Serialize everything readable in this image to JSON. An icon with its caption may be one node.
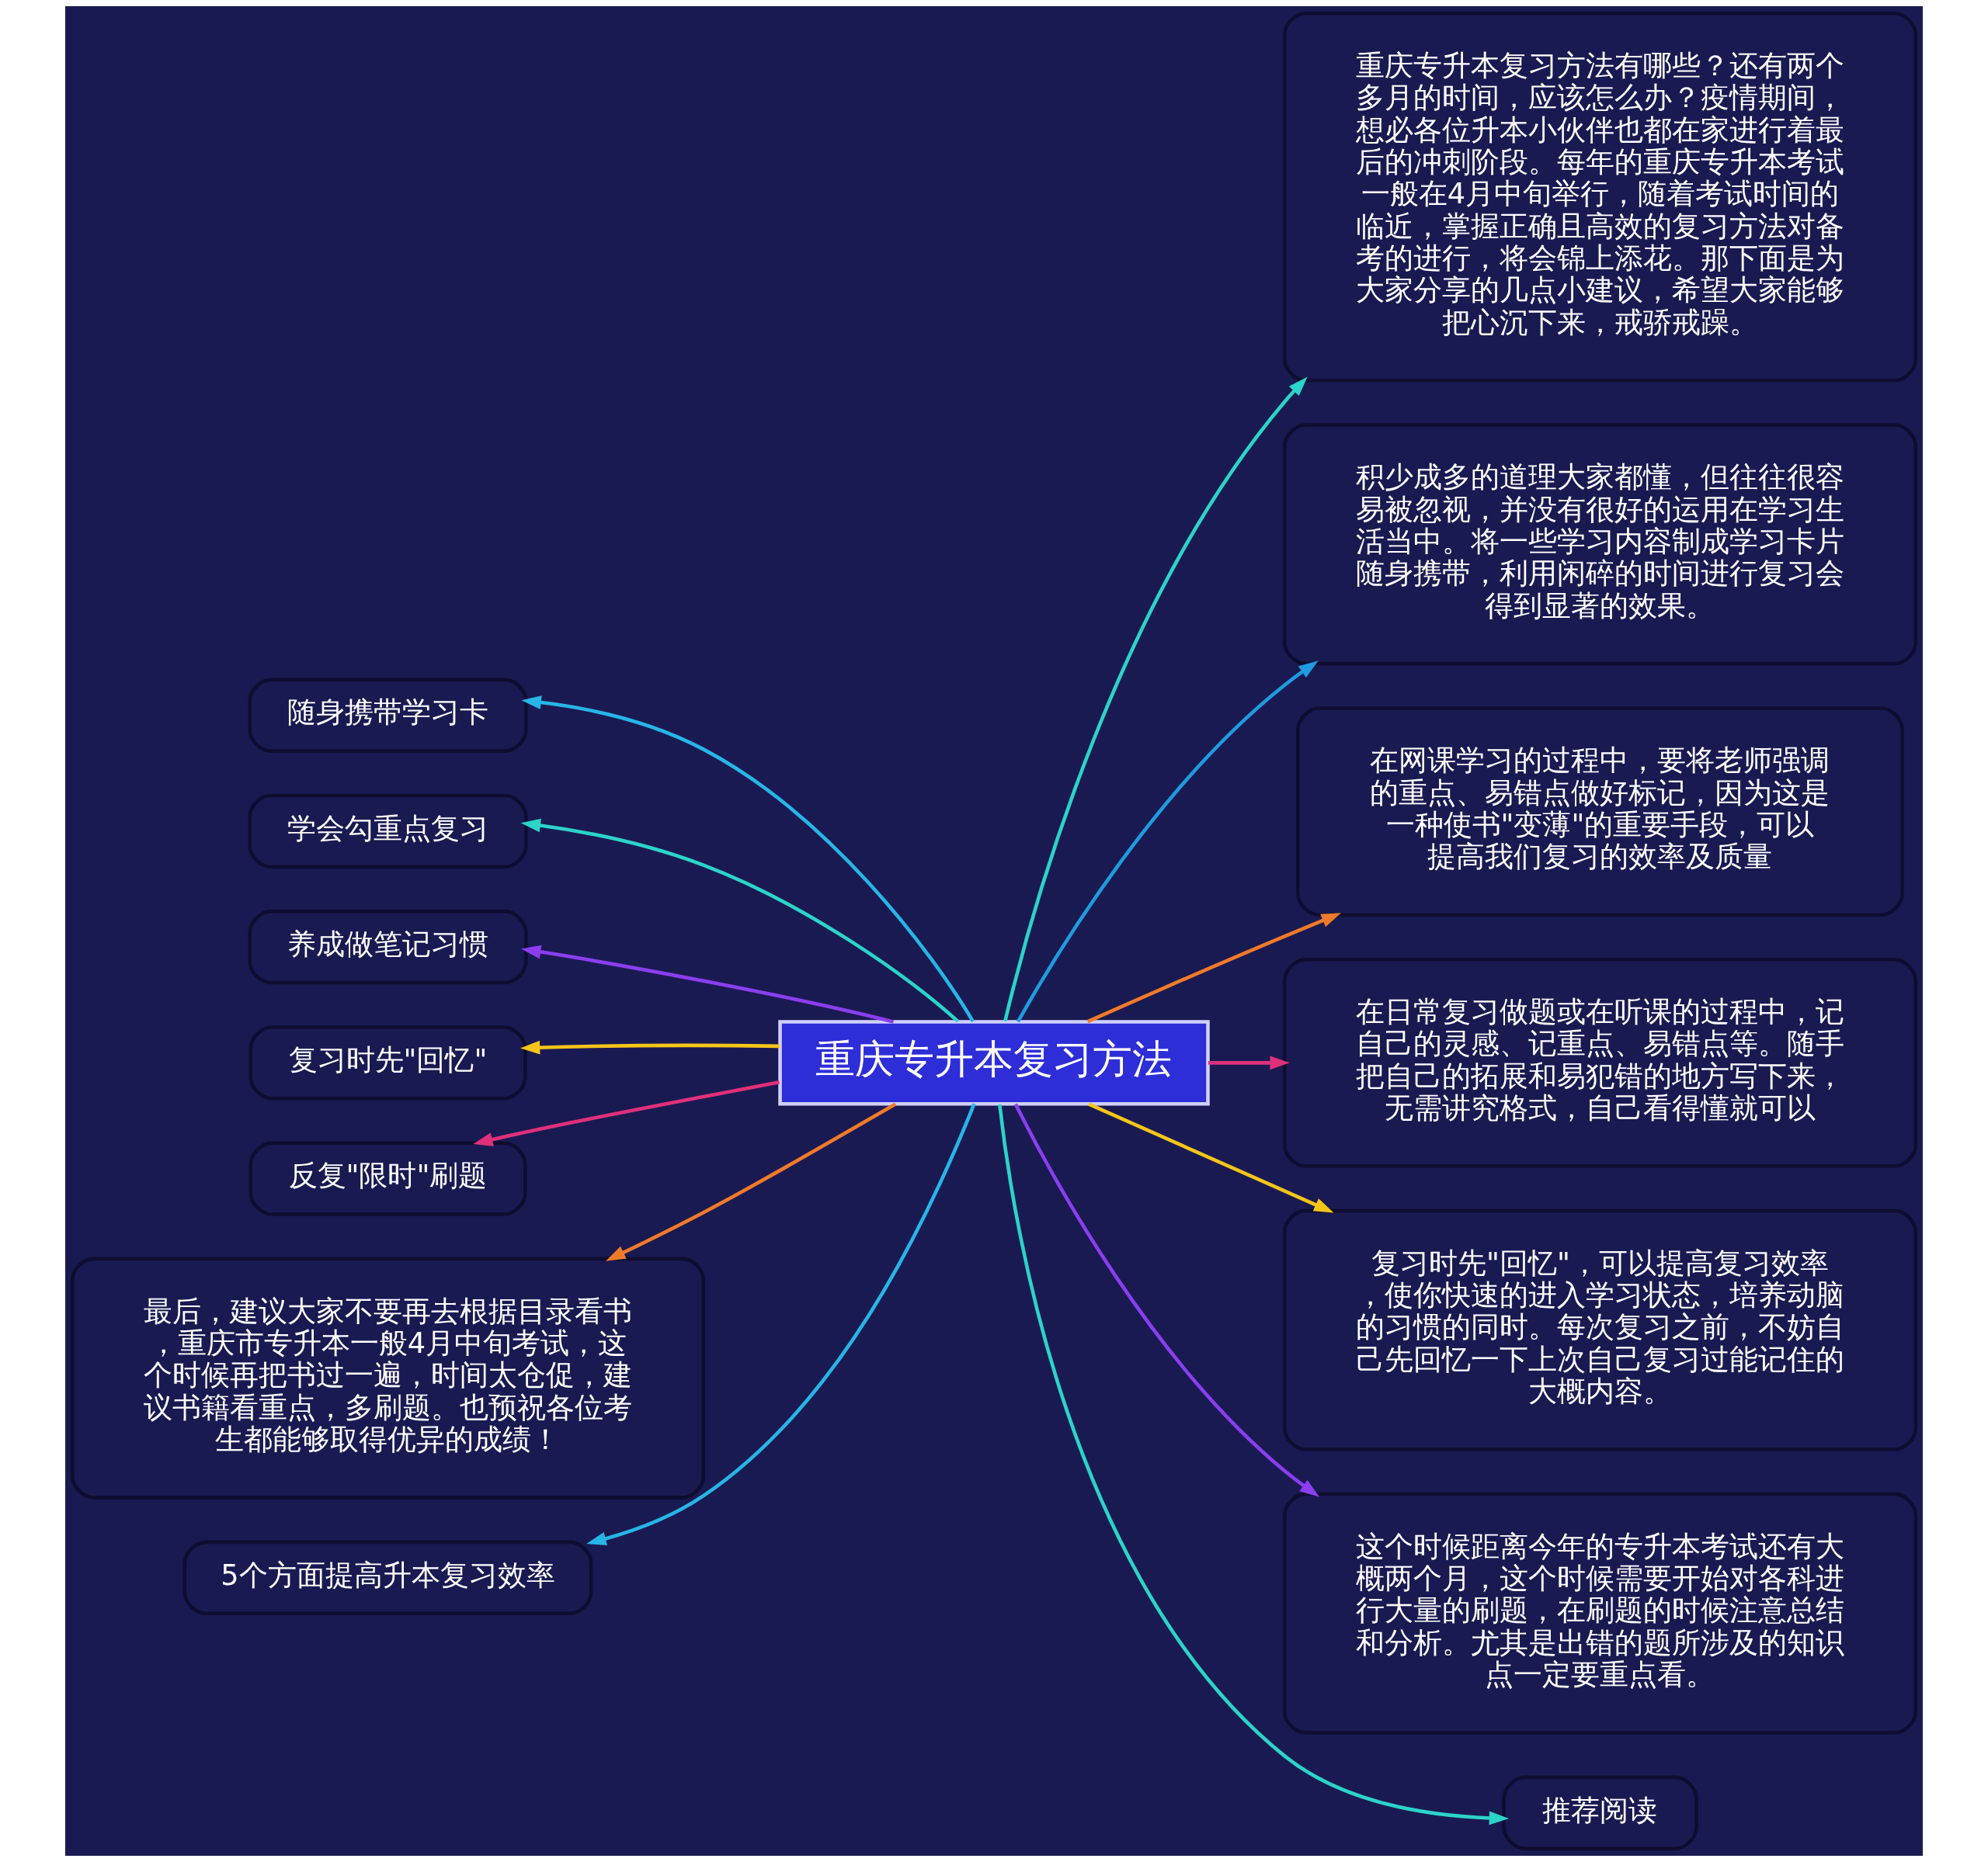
{
  "diagram": {
    "nodes": [
      {
        "text": [
          "重庆专升本复习方法"
        ]
      },
      {
        "text": [
          "重庆专升本复习方法有哪些？还有两个多月的时间，应该怎么办？疫情期间，想必各位升本小伙伴也都在家进行着最后的冲刺阶段。每年的重庆专升本考试一般在4月中旬举行，随着考试时间的临近，掌握正确且高效的复习方法对备考的进行，将会锦上添花。那下面是为大家分享的几点小建议，希望大家能够把心沉下来，戒骄戒躁。"
        ]
      },
      {
        "text": [
          "积少成多的道理大家都懂，但往往很容易被忽视，并没有很好的运用在学习生活当中。将一些学习内容制成学习卡片随身携带，利用闲碎的时间进行复习会得到显著的效果。"
        ]
      },
      {
        "text": [
          "在网课学习的过程中，要将老师强调的重点、易错点做好标记，因为这是一种使书\"变薄\"的重要手段，可以提高我们复习的效率及质量"
        ]
      },
      {
        "text": [
          "在日常复习做题或在听课的过程中，记自己的灵感、记重点、易错点等。随手把自己的拓展和易犯错的地方写下来，无需讲究格式，自己看得懂就可以"
        ]
      },
      {
        "text": [
          "复习时先\"回忆\"，可以提高复习效率，使你快速的进入学习状态，培养动脑的习惯的同时。每次复习之前，不妨自己先回忆一下上次自己复习过能记住的大概内容。"
        ]
      },
      {
        "text": [
          "这个时候距离今年的专升本考试还有大概两个月，这个时候需要开始对各科进行大量的刷题，在刷题的时候注意总结和分析。尤其是出错的题所涉及的知识点一定要重点看。"
        ]
      },
      {
        "text": [
          "推荐阅读"
        ]
      },
      {
        "text": [
          "随身携带学习卡"
        ]
      },
      {
        "text": [
          "学会勾重点复习"
        ]
      },
      {
        "text": [
          "养成做笔记习惯"
        ]
      },
      {
        "text": [
          "复习时先\"回忆\""
        ]
      },
      {
        "text": [
          "反复\"限时\"刷题"
        ]
      },
      {
        "text": [
          "最后，建议大家不要再去根据目录看书，重庆市专升本一般4月中旬考试，这个时候再把书过一遍，时间太仓促，建议书籍看重点，多刷题。也预祝各位考生都能够取得优异的成绩！"
        ]
      },
      {
        "text": [
          "5个方面提高升本复习效率"
        ]
      }
    ],
    "edges": [
      {
        "from": 0,
        "to": 1,
        "arrow": "to",
        "color": "#2bd4c8"
      },
      {
        "from": 0,
        "to": 2,
        "arrow": "to",
        "color": "#1e9be0"
      },
      {
        "from": 0,
        "to": 3,
        "arrow": "to",
        "color": "#f07a2a"
      },
      {
        "from": 0,
        "to": 4,
        "arrow": "to",
        "color": "#e0307a"
      },
      {
        "from": 0,
        "to": 5,
        "arrow": "to",
        "color": "#f5c518"
      },
      {
        "from": 0,
        "to": 6,
        "arrow": "to",
        "color": "#8a3ef0"
      },
      {
        "from": 0,
        "to": 7,
        "arrow": "to",
        "color": "#2bd4c8"
      },
      {
        "from": 0,
        "to": 8,
        "arrow": "to",
        "color": "#27b5e8"
      },
      {
        "from": 0,
        "to": 9,
        "arrow": "to",
        "color": "#2bd4c8"
      },
      {
        "from": 0,
        "to": 10,
        "arrow": "to",
        "color": "#8a3ef0"
      },
      {
        "from": 0,
        "to": 11,
        "arrow": "to",
        "color": "#f5c518"
      },
      {
        "from": 0,
        "to": 12,
        "arrow": "to",
        "color": "#e0307a"
      },
      {
        "from": 0,
        "to": 13,
        "arrow": "to",
        "color": "#f07a2a"
      },
      {
        "from": 0,
        "to": 14,
        "arrow": "to",
        "color": "#27b5e8"
      }
    ]
  }
}
